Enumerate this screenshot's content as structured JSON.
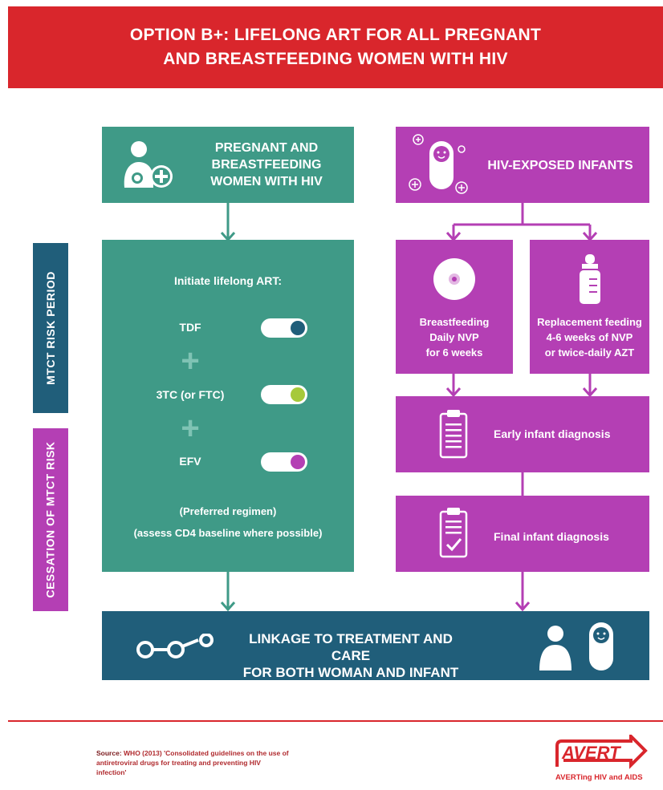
{
  "header": {
    "line1": "OPTION B+: LIFELONG ART FOR ALL PREGNANT",
    "line2": "AND BREASTFEEDING WOMEN WITH HIV"
  },
  "side_labels": {
    "risk_period": "MTCT RISK PERIOD",
    "cessation": "CESSATION OF MTCT RISK"
  },
  "women": {
    "title_lines": [
      "PREGNANT AND",
      "BREASTFEEDING",
      "WOMEN WITH HIV"
    ]
  },
  "infants": {
    "title": "HIV-EXPOSED INFANTS"
  },
  "art": {
    "heading": "Initiate lifelong ART:",
    "drugs": [
      "TDF",
      "3TC (or FTC)",
      "EFV"
    ],
    "plus": "+",
    "note1": "(Preferred regimen)",
    "note2": "(assess CD4 baseline where possible)"
  },
  "breastfeeding": {
    "lines": [
      "Breastfeeding",
      "Daily NVP",
      "for 6 weeks"
    ]
  },
  "replacement": {
    "lines": [
      "Replacement feeding",
      "4-6 weeks of NVP",
      "or twice-daily AZT"
    ]
  },
  "early_diag": "Early infant diagnosis",
  "final_diag": "Final infant diagnosis",
  "linkage": {
    "line1": "LINKAGE TO TREATMENT AND CARE",
    "line2": "FOR BOTH WOMAN AND INFANT"
  },
  "source": {
    "label": "Source:",
    "text": "WHO (2013) 'Consolidated guidelines on the use of antiretroviral drugs for treating and preventing HIV infection'"
  },
  "logo": {
    "name": "AVERT",
    "tagline": "AVERTing HIV and AIDS"
  },
  "colors": {
    "red": "#d9262c",
    "teal": "#3f9a87",
    "purple": "#b43fb4",
    "navy": "#205e7a",
    "tdf_knob": "#205e7a",
    "ftc_knob": "#a6c93a",
    "efv_knob": "#b43fb4"
  }
}
